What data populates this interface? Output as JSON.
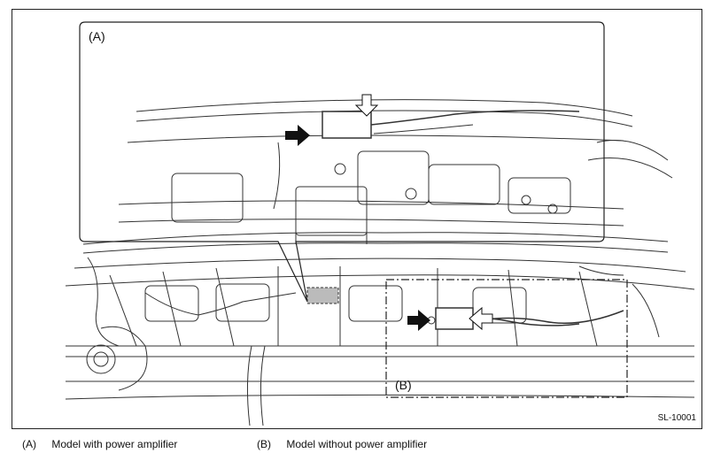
{
  "diagram": {
    "callout_a": "(A)",
    "callout_b": "(B)",
    "figure_code": "SL-10001"
  },
  "legend": [
    {
      "tag": "(A)",
      "text": "Model with power amplifier"
    },
    {
      "tag": "(B)",
      "text": "Model without power amplifier"
    }
  ]
}
